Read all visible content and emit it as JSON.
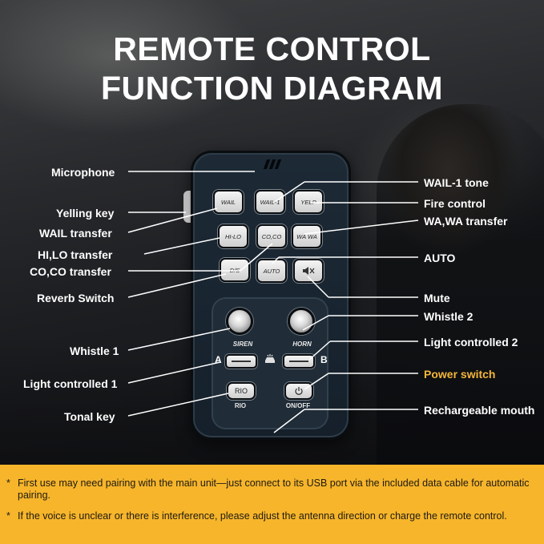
{
  "title": {
    "line1": "REMOTE CONTROL",
    "line2": "FUNCTION DIAGRAM"
  },
  "remote": {
    "keys": [
      "WAIL",
      "WAIL-1",
      "YELP",
      "HI-LO",
      "CO,CO",
      "WA WA",
      "D/S",
      "AUTO"
    ],
    "mute_icon": "speaker-mute-icon",
    "siren_label": "SIREN",
    "horn_label": "HORN",
    "a_label": "A",
    "b_label": "B",
    "rio_key": "RIO",
    "rio_label": "RIO",
    "onoff_label": "ON/OFF",
    "power_icon": "power-icon",
    "light_icon": "light-bar-icon"
  },
  "labels_left": {
    "microphone": "Microphone",
    "yelling_key": "Yelling key",
    "wail_transfer": "WAIL transfer",
    "hilo_transfer": "HI,LO transfer",
    "coco_transfer": "CO,CO transfer",
    "reverb_switch": "Reverb Switch",
    "whistle1": "Whistle 1",
    "light_controlled1": "Light controlled 1",
    "tonal_key": "Tonal key"
  },
  "labels_right": {
    "wail1_tone": "WAIL-1 tone",
    "fire_control": "Fire control",
    "wawa_transfer": "WA,WA transfer",
    "auto": "AUTO",
    "mute": "Mute",
    "whistle2": "Whistle 2",
    "light_controlled2": "Light controlled 2",
    "power_switch": "Power switch",
    "rechargeable_mouth": "Rechargeable mouth"
  },
  "notes": [
    "First use may need pairing with the main unit—just connect to its USB port via the included data cable for automatic pairing.",
    "If the voice is unclear or there is interference, please adjust the antenna direction or charge the remote control."
  ],
  "note_marker": "*",
  "colors": {
    "footer_bg": "#f7b52b",
    "highlight_label": "#f4b63a",
    "text": "#ffffff"
  }
}
